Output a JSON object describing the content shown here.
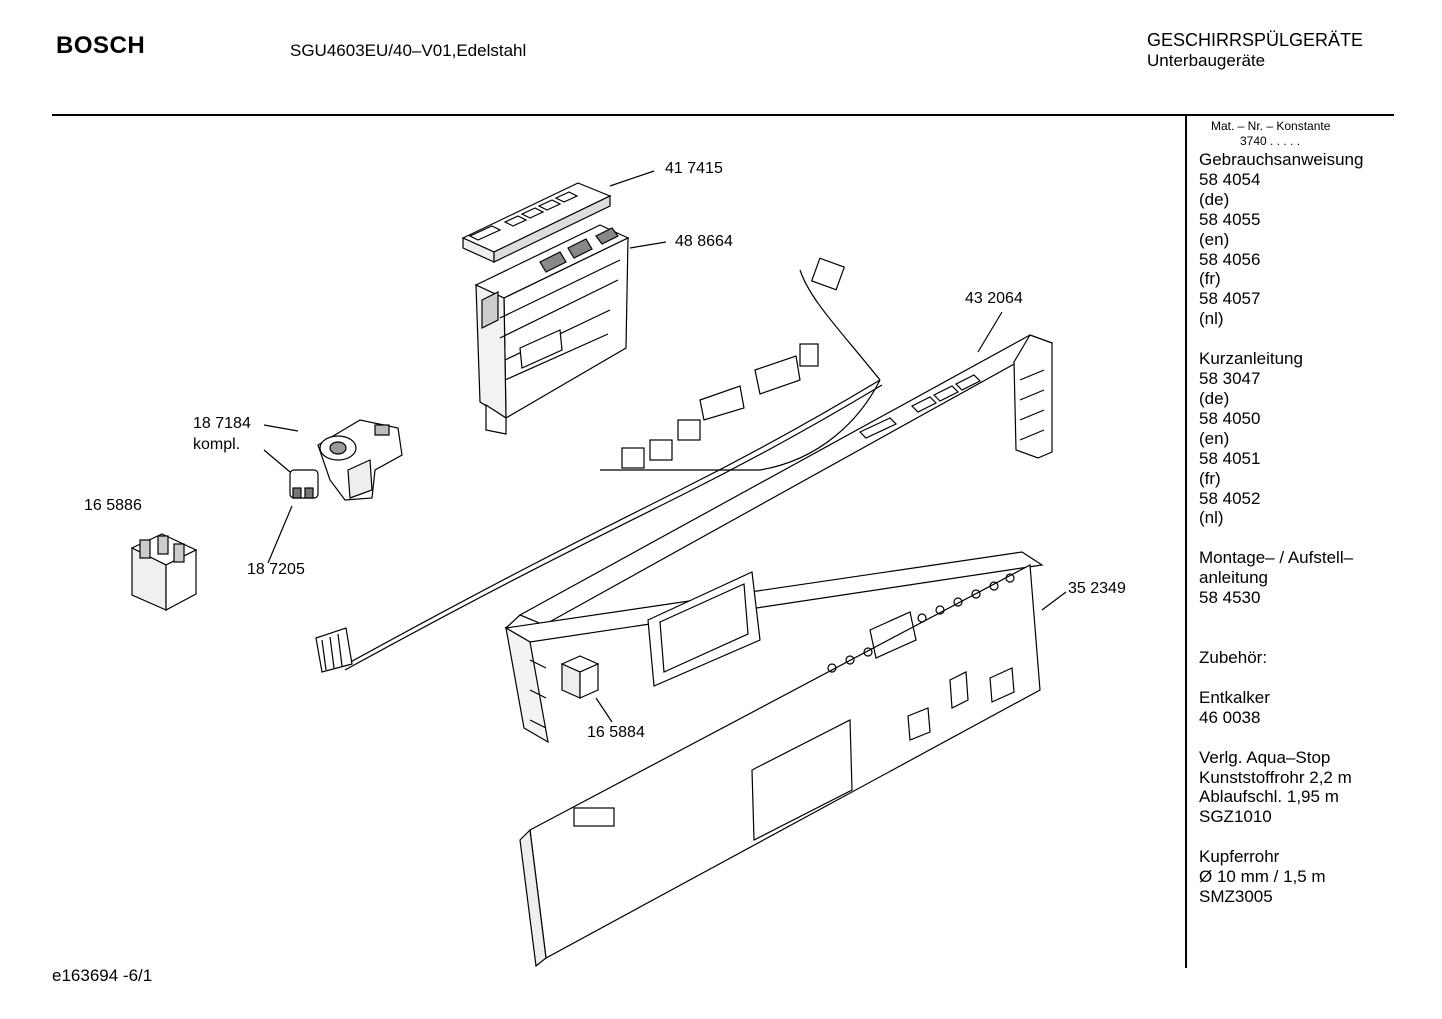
{
  "header": {
    "brand": "BOSCH",
    "model": "SGU4603EU/40–V01,Edelstahl",
    "category": "GESCHIRRSPÜLGERÄTE",
    "subcategory": "Unterbaugeräte"
  },
  "sidebar": {
    "mat_header": "Mat. – Nr. – Konstante",
    "mat_code": "3740  .  .   .  .  .",
    "groups": [
      {
        "lines": [
          "Gebrauchsanweisung",
          "58 4054",
          "(de)",
          "58 4055",
          "(en)",
          "58 4056",
          "(fr)",
          "58 4057",
          "(nl)"
        ]
      },
      {
        "lines": [
          "Kurzanleitung",
          "58 3047",
          "(de)",
          "58 4050",
          "(en)",
          "58 4051",
          "(fr)",
          "58 4052",
          "(nl)"
        ]
      },
      {
        "lines": [
          "Montage– / Aufstell–",
          "anleitung",
          "58 4530",
          ""
        ]
      },
      {
        "lines": [
          "Zubehör:"
        ]
      },
      {
        "lines": [
          "Entkalker",
          "46 0038"
        ]
      },
      {
        "lines": [
          "Verlg. Aqua–Stop",
          "Kunststoffrohr 2,2 m",
          "Ablaufschl. 1,95 m",
          "SGZ1010"
        ]
      },
      {
        "lines": [
          "Kupferrohr",
          "Ø 10 mm / 1,5 m",
          "SMZ3005"
        ]
      }
    ]
  },
  "parts": {
    "p417415": "41 7415",
    "p488664": "48 8664",
    "p432064": "43 2064",
    "p187184": "18 7184",
    "p187184_note": "kompl.",
    "p165886": "16 5886",
    "p187205": "18 7205",
    "p352349": "35 2349",
    "p165884": "16 5884"
  },
  "footer": {
    "drawing_id": "e163694 -6/1"
  }
}
